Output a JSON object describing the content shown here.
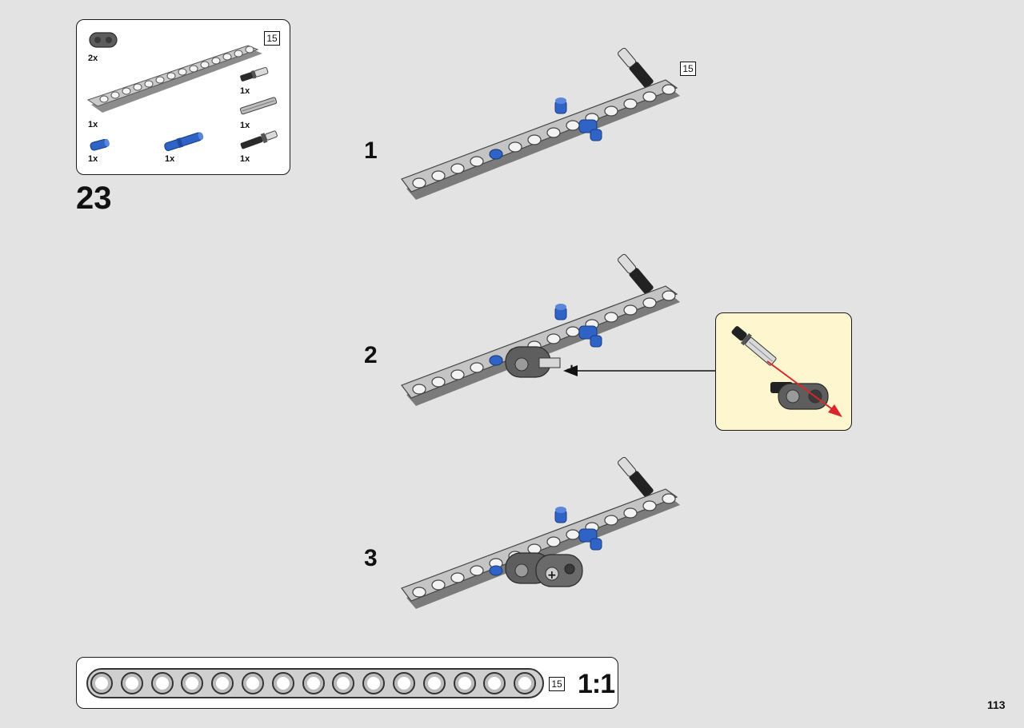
{
  "step": {
    "number": "23"
  },
  "parts_list": {
    "items": [
      {
        "name": "dark-gray-connector",
        "qty": "2x"
      },
      {
        "name": "gray-beam-15",
        "qty": "1x",
        "size_badge": "15"
      },
      {
        "name": "black-short-axle-pin",
        "qty": "1x"
      },
      {
        "name": "gray-axle",
        "qty": "1x"
      },
      {
        "name": "blue-pin-short",
        "qty": "1x"
      },
      {
        "name": "blue-pin-long",
        "qty": "1x"
      },
      {
        "name": "black-long-axle-pin",
        "qty": "1x"
      }
    ]
  },
  "substeps": [
    {
      "number": "1",
      "size_badge": "15"
    },
    {
      "number": "2"
    },
    {
      "number": "3"
    }
  ],
  "ruler": {
    "size_badge": "15",
    "scale": "1:1",
    "hole_count": 15
  },
  "page": {
    "number": "113"
  },
  "colors": {
    "background": "#e3e3e3",
    "beam_gray": "#b9b9b9",
    "beam_dark": "#6f6f6f",
    "blue": "#2f63c6",
    "callout_bg": "#fdf6cf",
    "arrow_red": "#d8262c"
  }
}
